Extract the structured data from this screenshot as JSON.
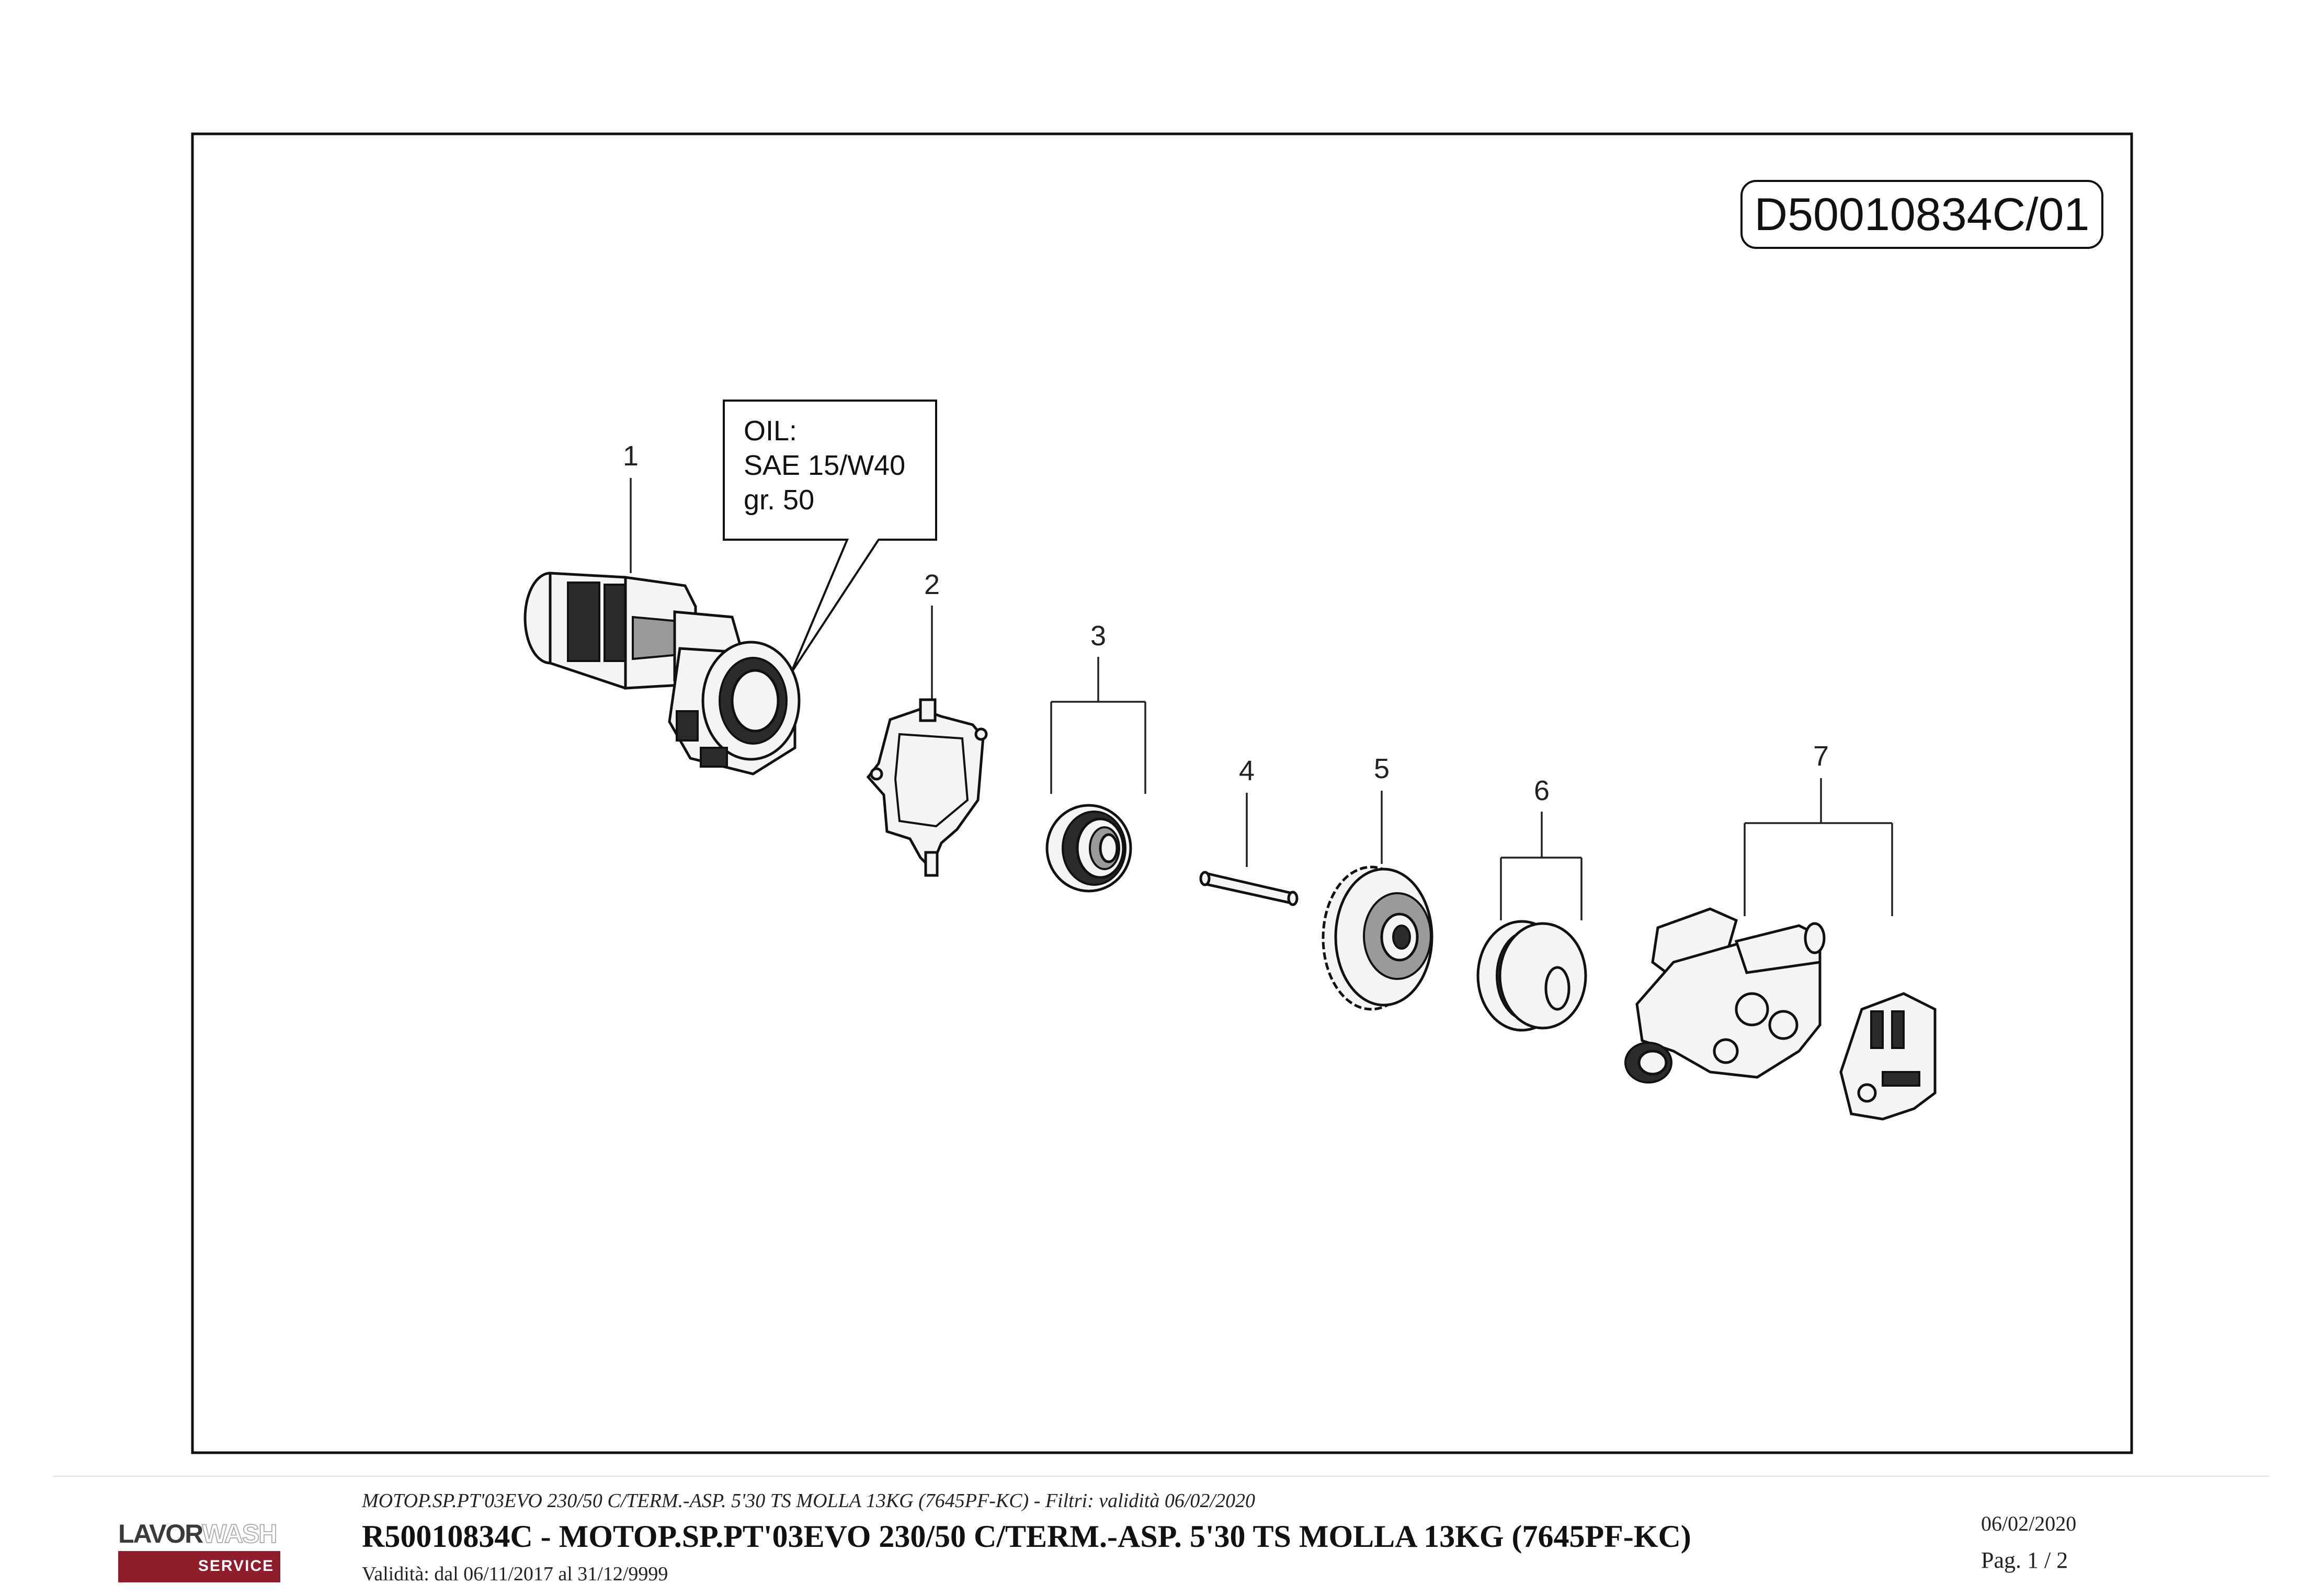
{
  "drawing": {
    "code": "D50010834C/01",
    "oil_note": {
      "line1": "OIL:",
      "line2": "SAE 15/W40",
      "line3": "gr.  50"
    },
    "part_numbers": [
      "1",
      "2",
      "3",
      "4",
      "5",
      "6",
      "7"
    ]
  },
  "footer": {
    "subtitle": "MOTOP.SP.PT'03EVO 230/50 C/TERM.-ASP. 5'30 TS MOLLA 13KG (7645PF-KC) - Filtri: validità 06/02/2020",
    "title": "R50010834C - MOTOP.SP.PT'03EVO 230/50 C/TERM.-ASP. 5'30 TS MOLLA 13KG (7645PF-KC)",
    "validity": "Validità: dal 06/11/2017 al 31/12/9999",
    "date": "06/02/2020",
    "page": "Pag. 1 / 2"
  },
  "logo": {
    "brand_a": "LAVOR",
    "brand_b": "WASH",
    "service": "SERVICE",
    "bar_color": "#8f1d2c"
  }
}
